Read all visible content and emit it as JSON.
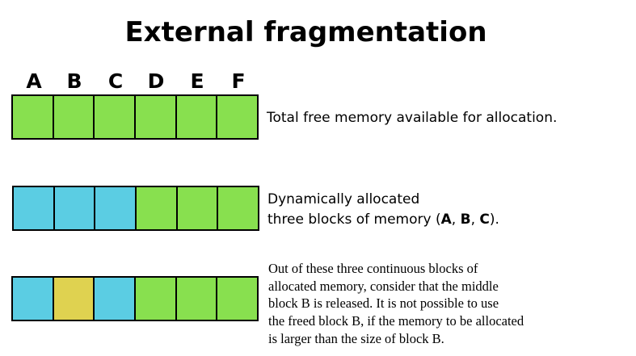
{
  "title": "External fragmentation",
  "columns": [
    "A",
    "B",
    "C",
    "D",
    "E",
    "F"
  ],
  "colors": {
    "free": "#88e04f",
    "allocated": "#5bcde3",
    "released": "#dfd250"
  },
  "rows": [
    {
      "cells": [
        "free",
        "free",
        "free",
        "free",
        "free",
        "free"
      ],
      "description": [
        "Total free memory available for allocation."
      ]
    },
    {
      "cells": [
        "allocated",
        "allocated",
        "allocated",
        "free",
        "free",
        "free"
      ],
      "description_line1": "Dynamically allocated",
      "description_line2_prefix": "three blocks of memory (",
      "description_line2_blocks": [
        "A",
        "B",
        "C"
      ],
      "description_line2_sep": ", ",
      "description_line2_suffix": ")."
    },
    {
      "cells": [
        "allocated",
        "released",
        "allocated",
        "free",
        "free",
        "free"
      ],
      "description": [
        "Out of these three continuous blocks of",
        "allocated memory, consider that the middle",
        "block B is released. It is not possible to use",
        "the freed block B, if the memory to be allocated",
        "is larger than the size of block B."
      ]
    }
  ]
}
